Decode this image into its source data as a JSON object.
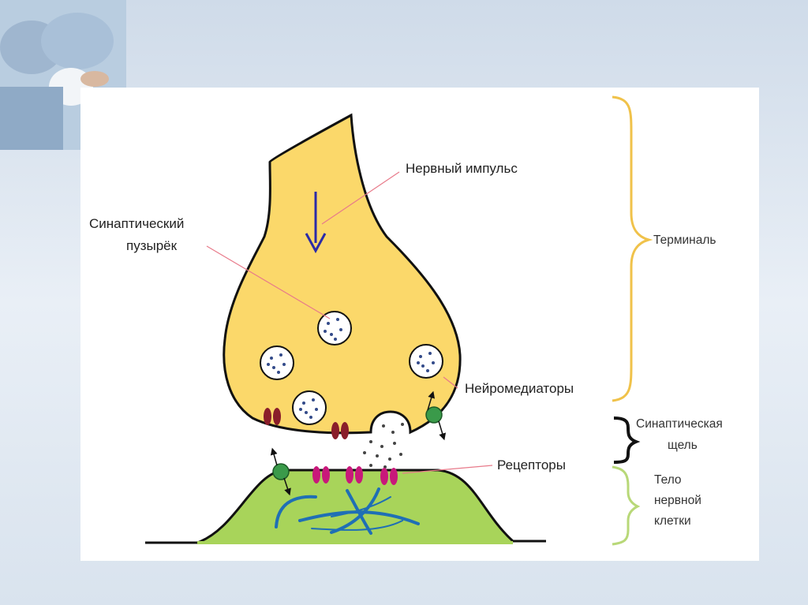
{
  "labels": {
    "nerve_impulse": "Нервный импульс",
    "vesicle_line1": "Синаптический",
    "vesicle_line2": "пузырёк",
    "terminal": "Терминаль",
    "neurotransmitters": "Нейромедиаторы",
    "cleft_line1": "Синаптическая",
    "cleft_line2": "щель",
    "receptors": "Рецепторы",
    "body_line1": "Тело",
    "body_line2": "нервной",
    "body_line3": "клетки"
  },
  "colors": {
    "terminal_fill": "#fbd86a",
    "cell_body_fill": "#a8d45a",
    "vesicle_fill": "#ffffff",
    "impulse_arrow": "#2b2ba8",
    "leader_line": "#e87a8a",
    "terminal_brace": "#f0c24a",
    "cleft_brace": "#111111",
    "body_brace": "#b8d878",
    "receptor": "#c8187a",
    "channel": "#8a1e2a",
    "transporter": "#3a9a4a",
    "filament": "#1f6fb5"
  },
  "icons": {
    "photo_corner": "medical-staff-photo"
  }
}
